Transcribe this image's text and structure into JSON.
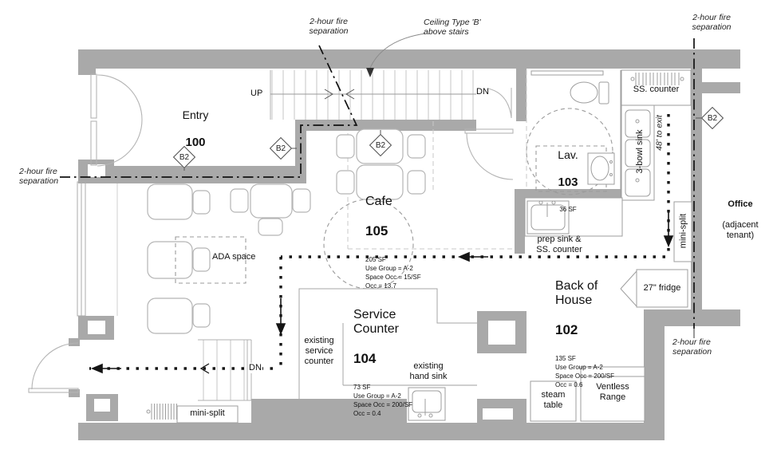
{
  "plan": {
    "rooms": {
      "entry": {
        "name": "Entry",
        "number": "100"
      },
      "cafe": {
        "name": "Cafe",
        "number": "105",
        "stats": "205 SF\nUse Group = A-2\nSpace Occ = 15/SF\nOcc = 13.7"
      },
      "lav": {
        "name": "Lav.",
        "number": "103",
        "area": "36 SF"
      },
      "boh": {
        "name": "Back of\nHouse",
        "number": "102",
        "stats": "135 SF\nUse Group = A-2\nSpace Occ = 200/SF\nOcc = 0.6"
      },
      "service": {
        "name": "Service\nCounter",
        "number": "104",
        "stats": "73 SF\nUse Group = A-2\nSpace Occ = 200/SF\nOcc = 0.4"
      }
    },
    "annotations": {
      "fire_separation": "2-hour fire\nseparation",
      "ceiling_note": "Ceiling Type 'B'\nabove stairs",
      "distance_to_exit": "48' to exit",
      "office": "Office",
      "office_sub": "(adjacent\ntenant)"
    },
    "labels": {
      "up": "UP",
      "dn": "DN",
      "b2": "B2",
      "ss_counter": "SS. counter",
      "three_bowl_sink": "3-bowl sink",
      "prep_sink": "prep sink &\nSS. counter",
      "mini_split": "mini-split",
      "fridge": "27\" fridge",
      "steam_table": "steam\ntable",
      "ventless_range": "Ventless\nRange",
      "existing_counter": "existing\nservice\ncounter",
      "existing_hand_sink": "existing\nhand sink",
      "ada": "ADA space"
    },
    "colors": {
      "wall": "#a9a9a9",
      "line_light": "#b5b5b5",
      "fixture": "#9e9e9e",
      "ink": "#111111"
    }
  }
}
